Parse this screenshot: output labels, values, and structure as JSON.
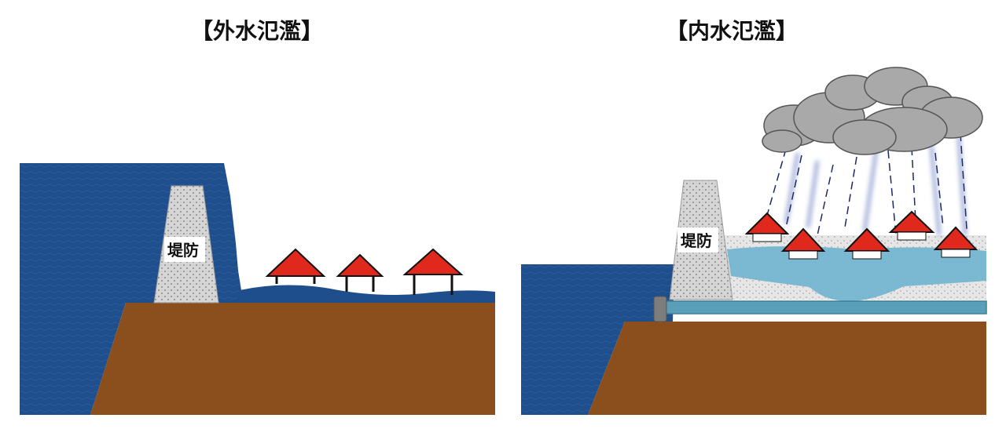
{
  "left_panel": {
    "title": "【外水氾濫】",
    "levee_label": "堤防"
  },
  "right_panel": {
    "title": "【内水氾濫】",
    "levee_label": "堤防"
  },
  "colors": {
    "river": "#1f4e8c",
    "ground": "#8b4f1e",
    "levee": "#c8c8c8",
    "house_roof": "#e0281c",
    "flood_water": "#6fb3cf",
    "cloud": "#a9a9a9"
  }
}
